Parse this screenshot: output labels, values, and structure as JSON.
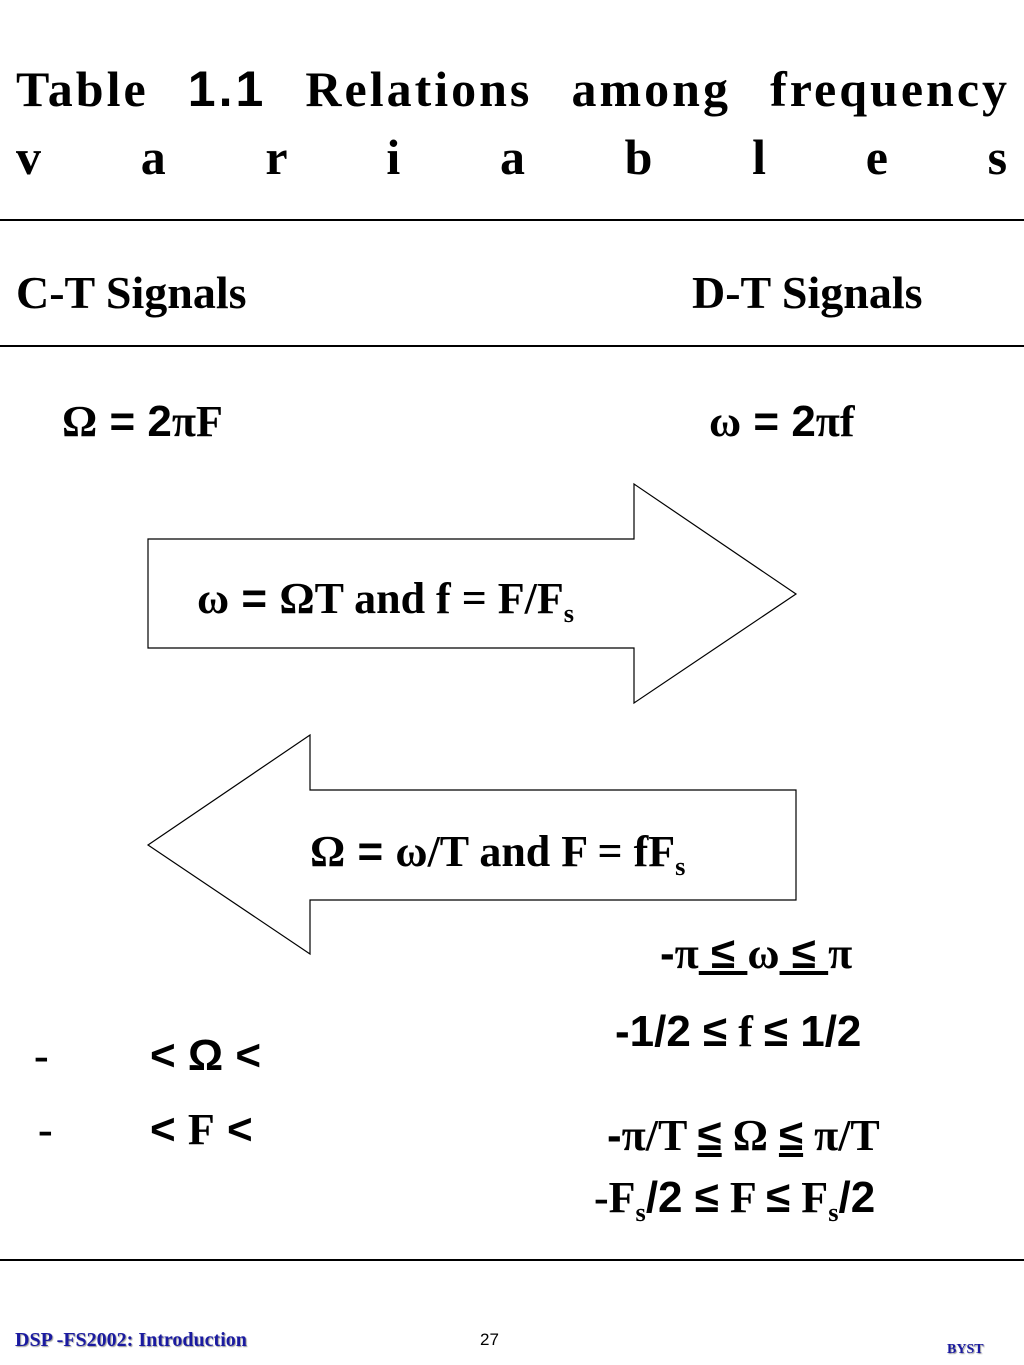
{
  "title": {
    "word1": "Table",
    "number": "1.1",
    "word2": "Relations",
    "word3": "among",
    "word4": "frequency",
    "line2_letters": [
      "v",
      "a",
      "r",
      "i",
      "a",
      "b",
      "l",
      "e",
      "s"
    ]
  },
  "columns": {
    "left": "C-T Signals",
    "right": "D-T Signals"
  },
  "definitions": {
    "ct": {
      "lhs": "Ω",
      "eq": " = 2",
      "pi": "π",
      "var": "F"
    },
    "dt": {
      "lhs": "ω",
      "eq": " = 2",
      "pi": "π",
      "var": "f"
    }
  },
  "arrows": {
    "right": {
      "w": "ω",
      "eq": " = ",
      "Om": "Ω",
      "rest": "T and f = F/F",
      "sub": "s"
    },
    "left": {
      "Om": "Ω",
      "eq": " = ",
      "w": "ω",
      "rest": "/T and F = fF",
      "sub": "s"
    }
  },
  "ranges": {
    "dt_omega": {
      "a": "-",
      "pi1": "π",
      "le1": " ≤ ",
      "w": "ω",
      "le2": "  ≤  ",
      "pi2": "π"
    },
    "dt_f": {
      "a": "-1/2 ",
      "le1": "≤",
      "f": " f ",
      "le2": "  ≤ ",
      "b": "1/2"
    },
    "ct_omega": {
      "dash": "-",
      "mid": "< Ω <"
    },
    "ct_F": {
      "dash": "-",
      "lt1": "< ",
      "F": "F",
      "lt2": " <"
    },
    "dt_Omega": {
      "a": "-",
      "pi1": "π",
      "t1": "/T  ",
      "le1": "≤",
      "Om": " Ω  ",
      "le2": "≤",
      "pi2": " π",
      "t2": "/T"
    },
    "dt_F": {
      "a": "-F",
      "s1": "s",
      "half1": "/2 ",
      "le1": "≤",
      "F": "  F  ",
      "le2": "≤",
      "F2": " F",
      "s2": "s",
      "half2": "/2"
    }
  },
  "footer": {
    "left": "DSP -FS2002: Introduction",
    "page": "27",
    "right": "BYST",
    "accent_color": "#1a1aa0"
  }
}
